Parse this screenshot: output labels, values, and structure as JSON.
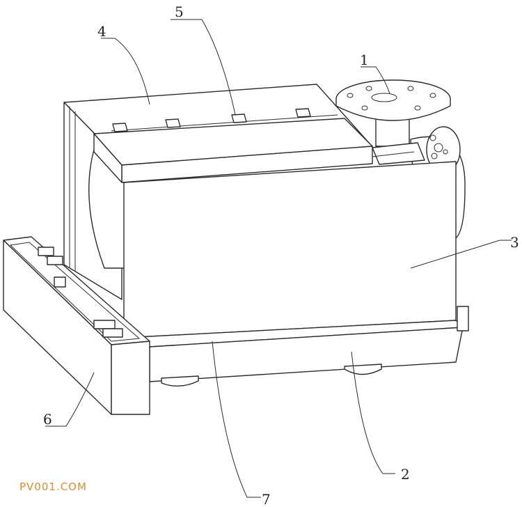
{
  "labels": [
    {
      "text": "1",
      "part": "flange-pipe"
    },
    {
      "text": "2",
      "part": "base-wheels"
    },
    {
      "text": "3",
      "part": "main-housing"
    },
    {
      "text": "4",
      "part": "top-cover"
    },
    {
      "text": "5",
      "part": "clips"
    },
    {
      "text": "6",
      "part": "side-box"
    },
    {
      "text": "7",
      "part": "base-rim"
    }
  ],
  "watermark": "PV001.COM",
  "colors": {
    "stroke": "#2a2a2a",
    "watermark": "#e08b2c"
  }
}
